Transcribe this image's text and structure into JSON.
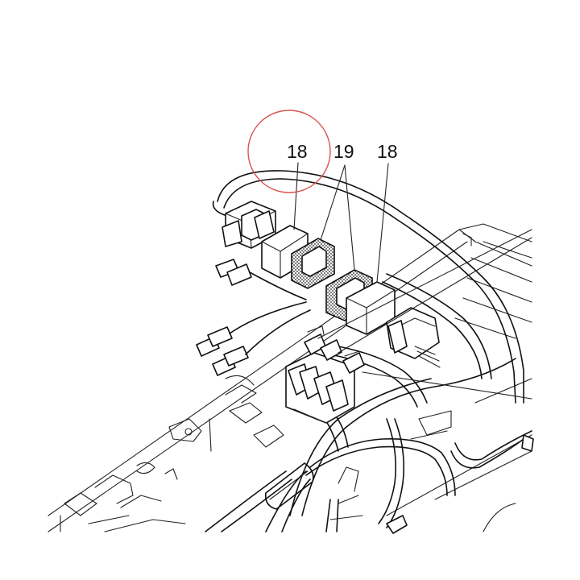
{
  "callouts": {
    "left_18": "18",
    "middle_19": "19",
    "right_18": "18"
  },
  "colors": {
    "line": "#111111",
    "highlight_circle": "#d9534f",
    "background": "#ffffff"
  }
}
